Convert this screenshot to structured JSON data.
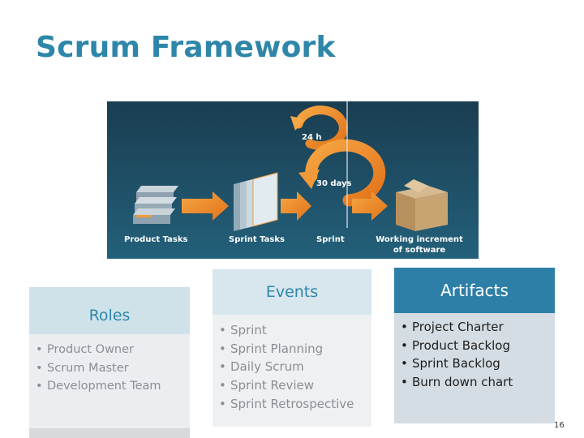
{
  "slide": {
    "title": "Scrum Framework",
    "page_number": "16"
  },
  "diagram": {
    "labels": {
      "product_tasks": "Product Tasks",
      "sprint_tasks": "Sprint Tasks",
      "sprint": "Sprint",
      "working_increment_line1": "Working increment",
      "working_increment_line2": "of software",
      "cycle_24h": "24 h",
      "cycle_30days": "30 days"
    },
    "colors": {
      "background": "#1d4a5e",
      "arrow": "#f08a1e"
    }
  },
  "roles": {
    "heading": "Roles",
    "items": [
      "Product Owner",
      "Scrum Master",
      "Development Team"
    ]
  },
  "events": {
    "heading": "Events",
    "items": [
      "Sprint",
      "Sprint Planning",
      "Daily Scrum",
      "Sprint Review",
      "Sprint Retrospective"
    ]
  },
  "artifacts": {
    "heading": "Artifacts",
    "items": [
      "Project Charter",
      "Product Backlog",
      "Sprint Backlog",
      "Burn down chart"
    ]
  }
}
